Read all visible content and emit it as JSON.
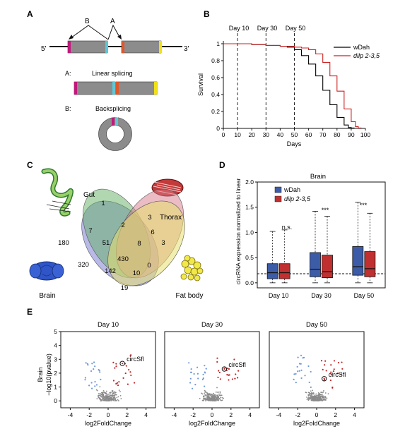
{
  "panel_labels": [
    "A",
    "B",
    "C",
    "D",
    "E"
  ],
  "panel_a": {
    "five_prime": "5'",
    "three_prime": "3'",
    "arrow_b": "B",
    "arrow_a": "A",
    "linear_label": "A:",
    "linear_title": "Linear splicing",
    "back_label": "B:",
    "back_title": "Backsplicing",
    "colors": {
      "exon": "#8c8c8c",
      "magenta": "#c0187c",
      "cyan": "#5cc8d8",
      "orange": "#e0572a",
      "yellow": "#f2e01a"
    }
  },
  "panel_b": {
    "xlabel": "Days",
    "ylabel": "Survival",
    "vlines": [
      {
        "x": 10,
        "label": "Day 10"
      },
      {
        "x": 30,
        "label": "Day 30"
      },
      {
        "x": 50,
        "label": "Day 50"
      }
    ],
    "legend": [
      "wDah",
      "dilp 2-3,5"
    ]
  },
  "panel_c": {
    "sets": [
      "Gut",
      "Thorax",
      "Brain",
      "Fat body"
    ],
    "counts": [
      "1",
      "2",
      "3",
      "7",
      "6",
      "180",
      "51",
      "8",
      "3",
      "430",
      "320",
      "142",
      "0",
      "10",
      "19"
    ],
    "colors": {
      "gut": "#63b063",
      "thorax": "#d87a8a",
      "brain": "#7f7fd6",
      "fat": "#e5e070"
    }
  },
  "panel_d": {
    "title": "Brain",
    "ylabel": "circRNA expression normalized to linear",
    "significance": [
      "n.s.",
      "***",
      "***"
    ]
  },
  "panel_e": {
    "ylabel": "Brain\n−log10(pvalue)",
    "xlabel": "log2FoldChange",
    "titles": [
      "Day 10",
      "Day 30",
      "Day 50"
    ],
    "annotation": "circSfl"
  },
  "chart_data": [
    {
      "type": "line",
      "panel": "B",
      "xlabel": "Days",
      "ylabel": "Survival",
      "xlim": [
        0,
        100
      ],
      "ylim": [
        0,
        1
      ],
      "x_ticks": [
        0,
        10,
        20,
        30,
        40,
        50,
        60,
        70,
        80,
        90,
        100
      ],
      "y_ticks": [
        0,
        0.2,
        0.4,
        0.6,
        0.8,
        1
      ],
      "legend_position": "top-right",
      "series": [
        {
          "name": "wDah",
          "color": "#000000",
          "x": [
            0,
            10,
            20,
            30,
            40,
            45,
            50,
            55,
            60,
            65,
            70,
            75,
            80,
            85,
            88,
            90,
            92
          ],
          "y": [
            1,
            1,
            0.99,
            0.98,
            0.97,
            0.96,
            0.93,
            0.86,
            0.76,
            0.62,
            0.45,
            0.28,
            0.13,
            0.04,
            0.01,
            0.005,
            0
          ]
        },
        {
          "name": "dilp 2-3,5",
          "color": "#cc2222",
          "x": [
            0,
            10,
            20,
            30,
            40,
            50,
            55,
            60,
            65,
            70,
            75,
            80,
            85,
            90,
            93,
            95,
            97
          ],
          "y": [
            1,
            1,
            0.99,
            0.98,
            0.97,
            0.96,
            0.95,
            0.93,
            0.88,
            0.78,
            0.62,
            0.44,
            0.23,
            0.08,
            0.02,
            0.005,
            0
          ]
        }
      ]
    },
    {
      "type": "box",
      "panel": "D",
      "title": "Brain",
      "ylabel": "circRNA expression normalized to linear",
      "categories": [
        "Day 10",
        "Day 30",
        "Day 50"
      ],
      "ylim": [
        -0.1,
        2.0
      ],
      "y_ticks": [
        0,
        0.5,
        1,
        1.5,
        2
      ],
      "reference_line_y": 0.18,
      "legend_position": "top-left",
      "series": [
        {
          "name": "wDah",
          "color": "#3d5ca8",
          "boxes": [
            {
              "whisker_low": 0.0,
              "q1": 0.08,
              "median": 0.2,
              "q3": 0.38,
              "whisker_high": 1.02
            },
            {
              "whisker_low": 0.0,
              "q1": 0.12,
              "median": 0.27,
              "q3": 0.6,
              "whisker_high": 1.42
            },
            {
              "whisker_low": 0.0,
              "q1": 0.15,
              "median": 0.32,
              "q3": 0.72,
              "whisker_high": 1.6
            }
          ]
        },
        {
          "name": "dilp 2-3,5",
          "color": "#c03030",
          "boxes": [
            {
              "whisker_low": 0.0,
              "q1": 0.08,
              "median": 0.2,
              "q3": 0.38,
              "whisker_high": 1.05
            },
            {
              "whisker_low": 0.0,
              "q1": 0.1,
              "median": 0.22,
              "q3": 0.55,
              "whisker_high": 1.32
            },
            {
              "whisker_low": 0.0,
              "q1": 0.12,
              "median": 0.28,
              "q3": 0.62,
              "whisker_high": 1.38
            }
          ]
        }
      ],
      "annotations": [
        "n.s.",
        "***",
        "***"
      ]
    },
    {
      "type": "scatter",
      "panel": "E",
      "title": "Day 10",
      "xlabel": "log2FoldChange",
      "ylabel": "−log10(pvalue)",
      "xlim": [
        -5,
        5
      ],
      "ylim": [
        -0.5,
        5
      ],
      "x_ticks": [
        -4,
        -2,
        0,
        2,
        4
      ],
      "y_ticks": [
        0,
        1,
        2,
        3,
        4,
        5
      ],
      "highlight": {
        "label": "circSfl",
        "x": 1.5,
        "y": 2.7
      }
    },
    {
      "type": "scatter",
      "panel": "E",
      "title": "Day 30",
      "xlabel": "log2FoldChange",
      "xlim": [
        -5,
        5
      ],
      "ylim": [
        -0.5,
        5
      ],
      "x_ticks": [
        -4,
        -2,
        0,
        2,
        4
      ],
      "highlight": {
        "label": "circSfl",
        "x": 1.3,
        "y": 2.3
      }
    },
    {
      "type": "scatter",
      "panel": "E",
      "title": "Day 50",
      "xlabel": "log2FoldChange",
      "xlim": [
        -5,
        5
      ],
      "ylim": [
        -0.5,
        5
      ],
      "x_ticks": [
        -4,
        -2,
        0,
        2,
        4
      ],
      "highlight": {
        "label": "circSfl",
        "x": 0.8,
        "y": 1.6
      }
    }
  ]
}
